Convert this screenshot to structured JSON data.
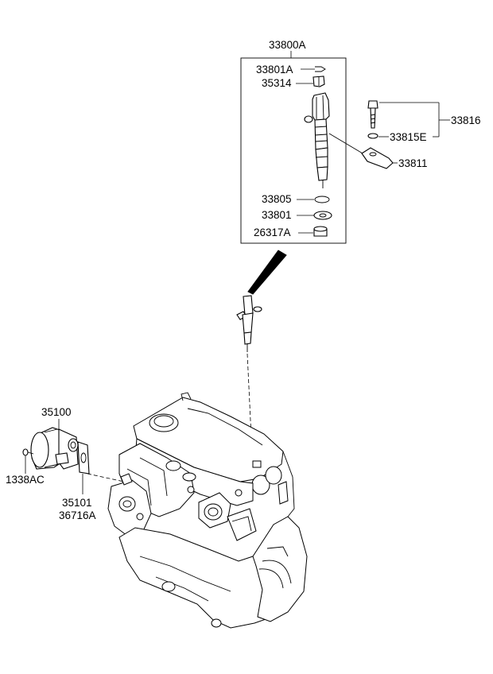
{
  "labels": {
    "assembly": "33800A",
    "clip": "33801A",
    "bracket": "35314",
    "bolt_set": "33816",
    "washer_e": "33815E",
    "clamp": "33811",
    "o_ring": "33805",
    "washer": "33801",
    "seal": "26317A",
    "pump": "35100",
    "pump_bolt": "1338AC",
    "gasket": "35101",
    "gasket_alt": "36716A"
  }
}
